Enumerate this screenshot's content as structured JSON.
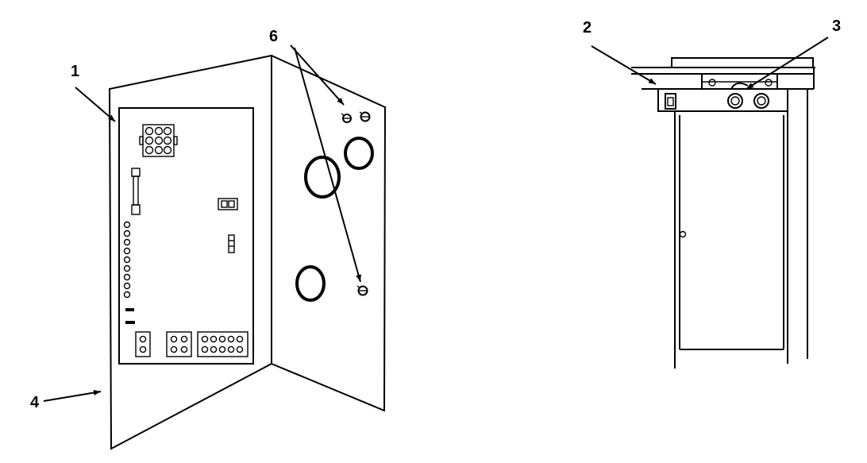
{
  "callouts": {
    "c1": "1",
    "c2": "2",
    "c3": "3",
    "c4": "4",
    "c6": "6"
  },
  "colors": {
    "line": "#000000",
    "background": "#ffffff"
  }
}
